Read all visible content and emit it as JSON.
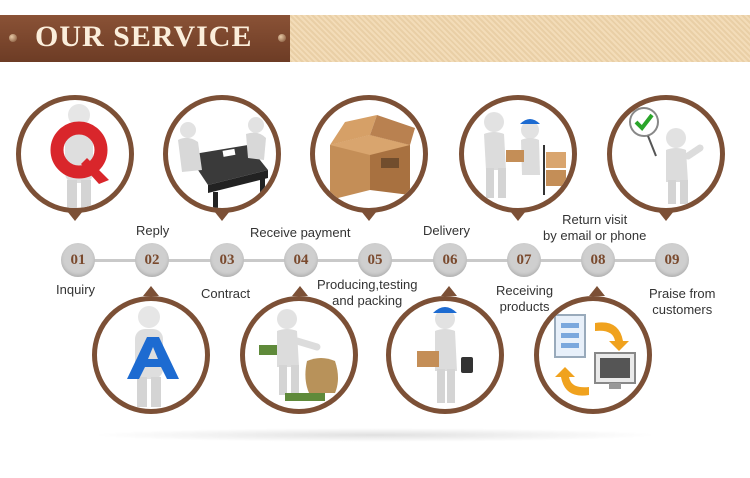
{
  "banner": {
    "title": "OUR SERVICE"
  },
  "steps": [
    {
      "num": "01",
      "label": "Inquiry"
    },
    {
      "num": "02",
      "label": "Reply"
    },
    {
      "num": "03",
      "label": "Contract"
    },
    {
      "num": "04",
      "label": "Receive payment"
    },
    {
      "num": "05",
      "label": "Producing,testing",
      "label2": "and packing"
    },
    {
      "num": "06",
      "label": "Delivery"
    },
    {
      "num": "07",
      "label": "Receiving",
      "label2": "products"
    },
    {
      "num": "08",
      "label": "Return visit",
      "label2": "by email or phone"
    },
    {
      "num": "09",
      "label": "Praise from",
      "label2": "customers"
    }
  ],
  "icons": {
    "c1": "q-letter-person-icon",
    "c2": "meeting-table-icon",
    "c3": "cardboard-box-icon",
    "c4": "handover-delivery-icon",
    "c5": "checkmark-sign-person-icon",
    "c6": "a-letter-person-icon",
    "c7": "money-bag-person-icon",
    "c8": "courier-person-icon",
    "c9": "document-monitor-icon"
  },
  "colors": {
    "brown": "#7c5036",
    "node": "#cfcfcf",
    "accent_red": "#d9262b",
    "accent_blue": "#1d6bd1"
  }
}
